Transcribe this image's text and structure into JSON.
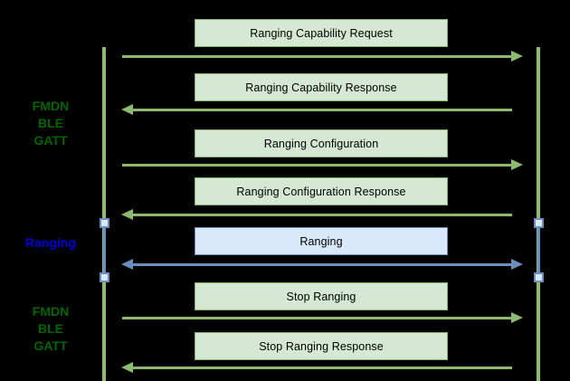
{
  "diagram": {
    "type": "sequence-diagram",
    "background": "#000000",
    "colors": {
      "green_box_fill": "#d5e8d4",
      "green_stroke": "#82b366",
      "green_line": "#8cbb70",
      "green_text": "#006600",
      "blue_box_fill": "#dae8fc",
      "blue_stroke": "#6c8ebf",
      "blue_text": "#0000e0",
      "box_text": "#000000"
    },
    "phase_labels": [
      {
        "text": "FMDN BLE GATT",
        "lines": [
          "FMDN",
          "BLE",
          "GATT"
        ],
        "color_role": "green"
      },
      {
        "text": "Ranging",
        "lines": [
          "Ranging"
        ],
        "color_role": "blue"
      },
      {
        "text": "FMDN BLE GATT",
        "lines": [
          "FMDN",
          "BLE",
          "GATT"
        ],
        "color_role": "green"
      }
    ],
    "lifelines": {
      "count": 2,
      "activation_markers": 4
    },
    "messages": [
      {
        "label": "Ranging Capability Request",
        "direction": "right",
        "style": "green"
      },
      {
        "label": "Ranging Capability Response",
        "direction": "left",
        "style": "green"
      },
      {
        "label": "Ranging Configuration",
        "direction": "right",
        "style": "green"
      },
      {
        "label": "Ranging Configuration Response",
        "direction": "left",
        "style": "green"
      },
      {
        "label": "Ranging",
        "direction": "bidirectional",
        "style": "blue"
      },
      {
        "label": "Stop Ranging",
        "direction": "right",
        "style": "green"
      },
      {
        "label": "Stop Ranging Response",
        "direction": "left",
        "style": "green"
      }
    ]
  }
}
